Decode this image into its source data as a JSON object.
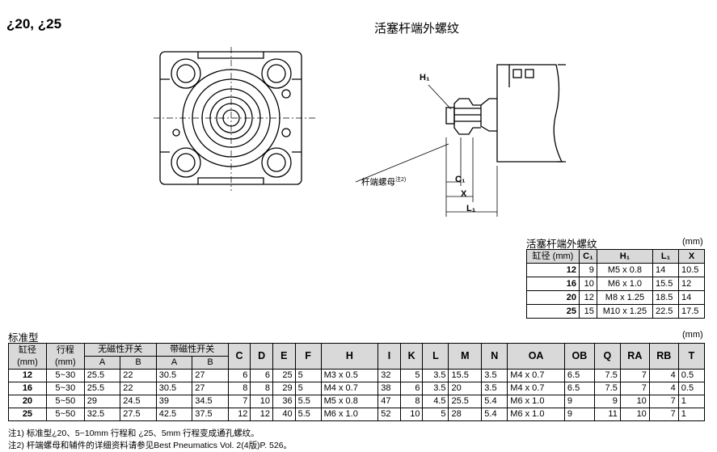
{
  "header": {
    "bore_title": "¿20, ¿25",
    "ext_thread_title": "活塞杆端外螺纹"
  },
  "drawing": {
    "h1": "H₁",
    "c1": "C₁",
    "x": "X",
    "l1": "L₁",
    "nut_label": "杆端螺母",
    "nut_note": "注2)"
  },
  "rod_table": {
    "caption": "活塞杆端外螺纹",
    "unit": "(mm)",
    "headers": [
      "缸径 (mm)",
      "C₁",
      "H₁",
      "L₁",
      "X"
    ],
    "rows": [
      [
        "12",
        "9",
        "M5 x 0.8",
        "14",
        "10.5"
      ],
      [
        "16",
        "10",
        "M6 x 1.0",
        "15.5",
        "12"
      ],
      [
        "20",
        "12",
        "M8 x 1.25",
        "18.5",
        "14"
      ],
      [
        "25",
        "15",
        "M10 x 1.25",
        "22.5",
        "17.5"
      ]
    ]
  },
  "std_table": {
    "caption": "标准型",
    "unit": "(mm)",
    "h_bore": "缸径",
    "h_bore_unit": "(mm)",
    "h_stroke": "行程",
    "h_stroke_unit": "(mm)",
    "h_no_switch": "无磁性开关",
    "h_with_switch": "带磁性开关",
    "h_a": "A",
    "h_b": "B",
    "h_a2": "A",
    "h_b2": "B",
    "cols": [
      "C",
      "D",
      "E",
      "F",
      "H",
      "I",
      "K",
      "L",
      "M",
      "N",
      "OA",
      "OB",
      "Q",
      "RA",
      "RB",
      "T"
    ],
    "rows": [
      [
        "12",
        "5~30",
        "25.5",
        "22",
        "30.5",
        "27",
        "6",
        "6",
        "25",
        "5",
        "M3 x 0.5",
        "32",
        "5",
        "3.5",
        "15.5",
        "3.5",
        "M4 x 0.7",
        "6.5",
        "7.5",
        "7",
        "4",
        "0.5"
      ],
      [
        "16",
        "5~30",
        "25.5",
        "22",
        "30.5",
        "27",
        "8",
        "8",
        "29",
        "5",
        "M4 x 0.7",
        "38",
        "6",
        "3.5",
        "20",
        "3.5",
        "M4 x 0.7",
        "6.5",
        "7.5",
        "7",
        "4",
        "0.5"
      ],
      [
        "20",
        "5~50",
        "29",
        "24.5",
        "39",
        "34.5",
        "7",
        "10",
        "36",
        "5.5",
        "M5 x 0.8",
        "47",
        "8",
        "4.5",
        "25.5",
        "5.4",
        "M6 x 1.0",
        "9",
        "9",
        "10",
        "7",
        "1"
      ],
      [
        "25",
        "5~50",
        "32.5",
        "27.5",
        "42.5",
        "37.5",
        "12",
        "12",
        "40",
        "5.5",
        "M6 x 1.0",
        "52",
        "10",
        "5",
        "28",
        "5.4",
        "M6 x 1.0",
        "9",
        "11",
        "10",
        "7",
        "1"
      ]
    ]
  },
  "notes": {
    "n1": "注1) 标准型¿20、5~10mm 行程和 ¿25、5mm 行程变成通孔螺纹。",
    "n2": "注2) 杆端螺母和辅件的详细资料请参见Best Pneumatics Vol. 2(4版)P. 526。"
  }
}
